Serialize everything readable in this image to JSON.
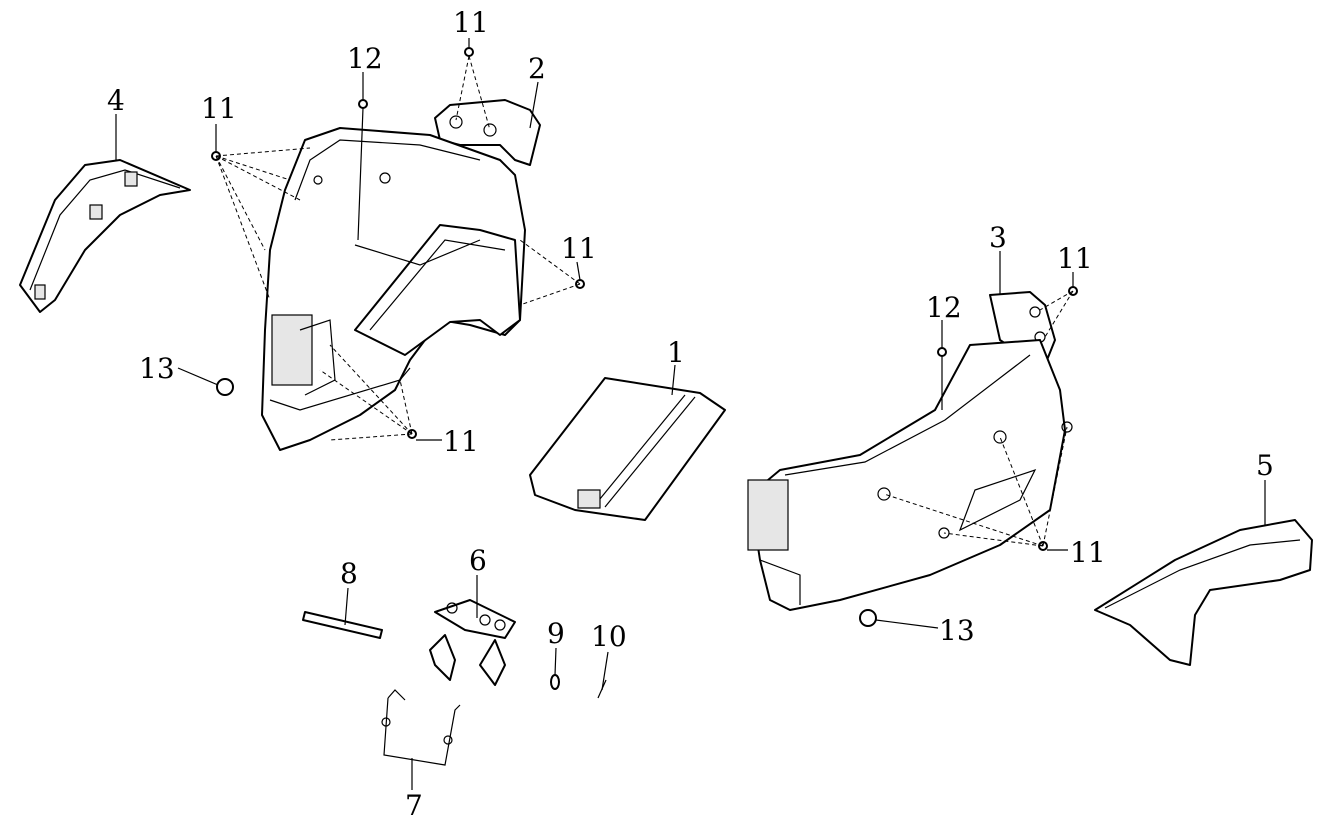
{
  "diagram": {
    "type": "exploded-parts-diagram",
    "callouts": {
      "c1": "1",
      "c2": "2",
      "c3": "3",
      "c4": "4",
      "c5": "5",
      "c6": "6",
      "c7": "7",
      "c8": "8",
      "c9": "9",
      "c10": "10",
      "c11a": "11",
      "c11b": "11",
      "c11c": "11",
      "c11d": "11",
      "c11e": "11",
      "c11f": "11",
      "c12a": "12",
      "c12b": "12",
      "c13a": "13",
      "c13b": "13"
    }
  }
}
